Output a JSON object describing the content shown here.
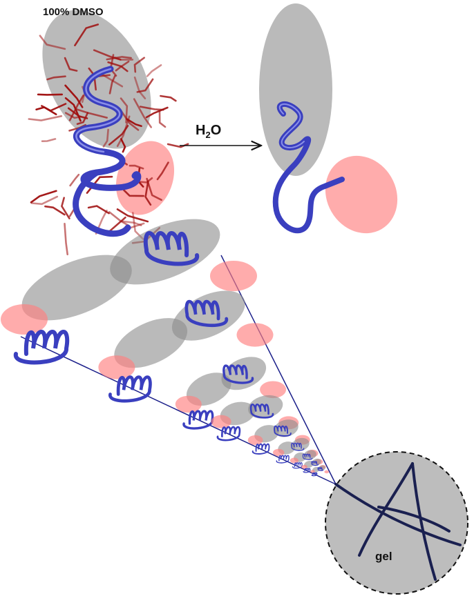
{
  "labels": {
    "solvent": "100% DMSO",
    "transition_main": "H",
    "transition_sub": "2",
    "transition_tail": "O",
    "gel": "gel"
  },
  "colors": {
    "hydrophobic_region": "#8c8c8c",
    "hydrophilic_region": "#ff8080",
    "helix": "#3a3fbf",
    "side_chains": "#a01010",
    "fiber_axis": "#1b1f8a",
    "gel_circle_fill": "#bdbdbd",
    "gel_fiber": "#1a2050"
  },
  "icons": {
    "transition_arrow": "right-arrow-icon"
  }
}
